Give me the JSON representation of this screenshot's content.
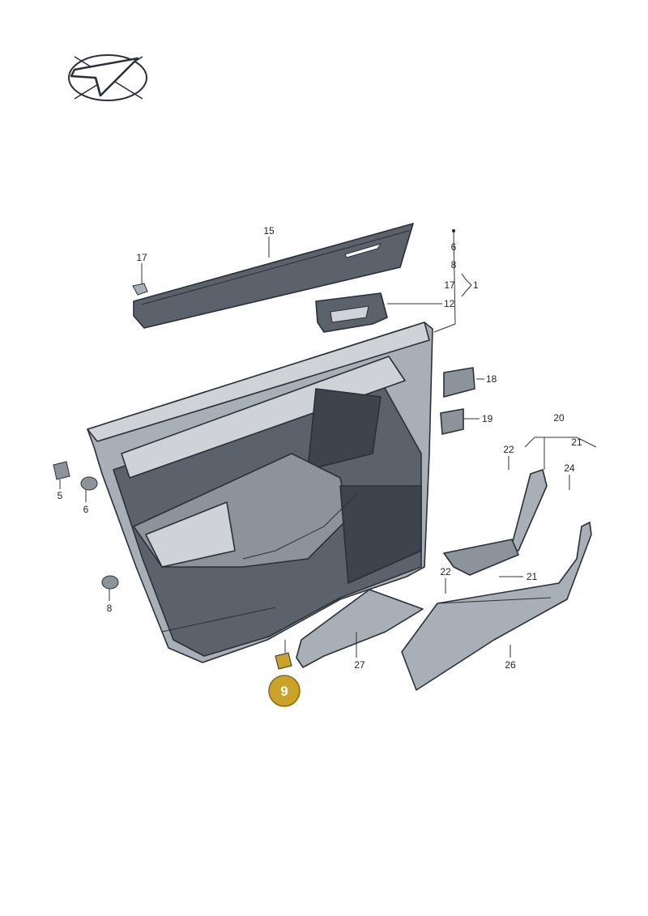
{
  "colors": {
    "panel_light": "#cfd3d8",
    "panel_mid": "#a9afb7",
    "panel_dark": "#5b626c",
    "panel_darker": "#3e444c",
    "highlight_badge": "#c9a227",
    "line": "#2a2f38"
  },
  "logo": {
    "icon": "checkmark-plane-logo-icon"
  },
  "parts": {
    "p15": "15",
    "p17_top": "17",
    "p12": "12",
    "p18": "18",
    "p19": "19",
    "p5": "5",
    "p6": "6",
    "p8": "8",
    "p27": "27",
    "p26": "26",
    "p22_a": "22",
    "p22_b": "22",
    "p24": "24",
    "p21_a": "21",
    "p21_b": "21",
    "p20": "20"
  },
  "group_1": {
    "items": [
      "6",
      "8",
      "17"
    ],
    "label": "1"
  },
  "highlight": {
    "label": "9"
  }
}
